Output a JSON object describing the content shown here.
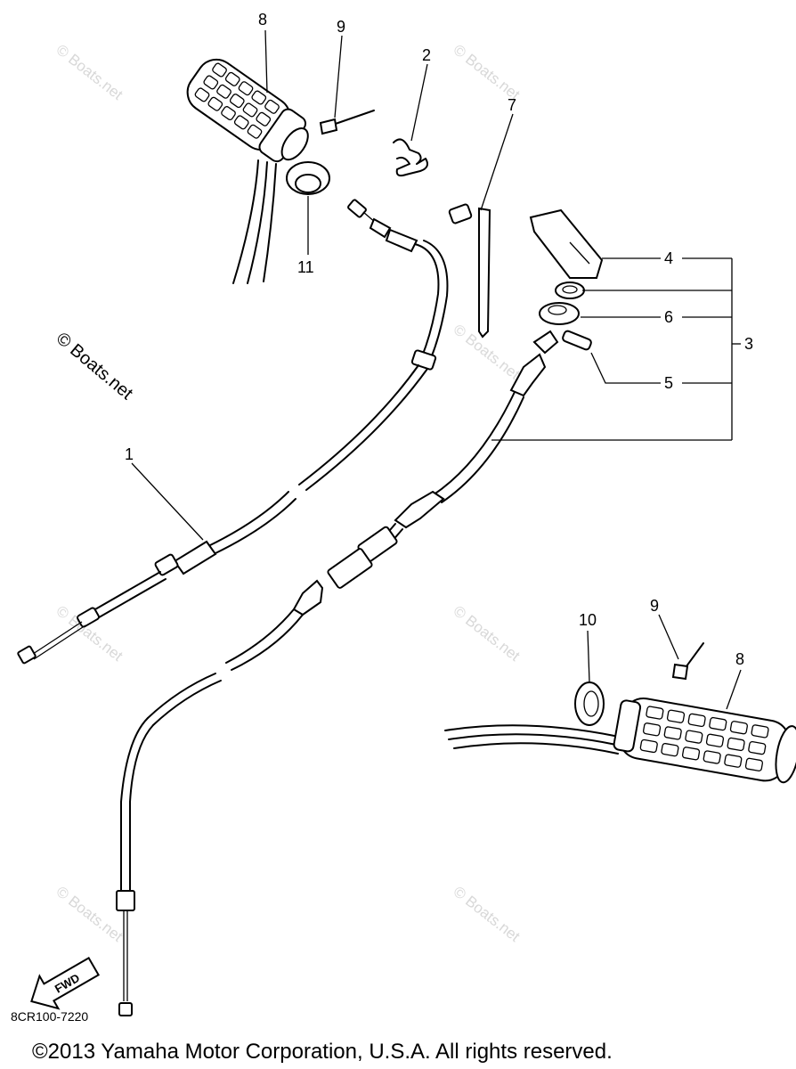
{
  "callouts": {
    "c1": "1",
    "c2": "2",
    "c3": "3",
    "c4": "4",
    "c5": "5",
    "c6": "6",
    "c7": "7",
    "c8_top": "8",
    "c8_bottom": "8",
    "c9_top": "9",
    "c9_bottom": "9",
    "c10": "10",
    "c11": "11"
  },
  "watermark": {
    "main": "© Boats.net",
    "faint": "© Boats.net"
  },
  "fwd_label": "FWD",
  "diagram_code": "8CR100-7220",
  "copyright": "©2013 Yamaha Motor Corporation, U.S.A. All rights reserved."
}
